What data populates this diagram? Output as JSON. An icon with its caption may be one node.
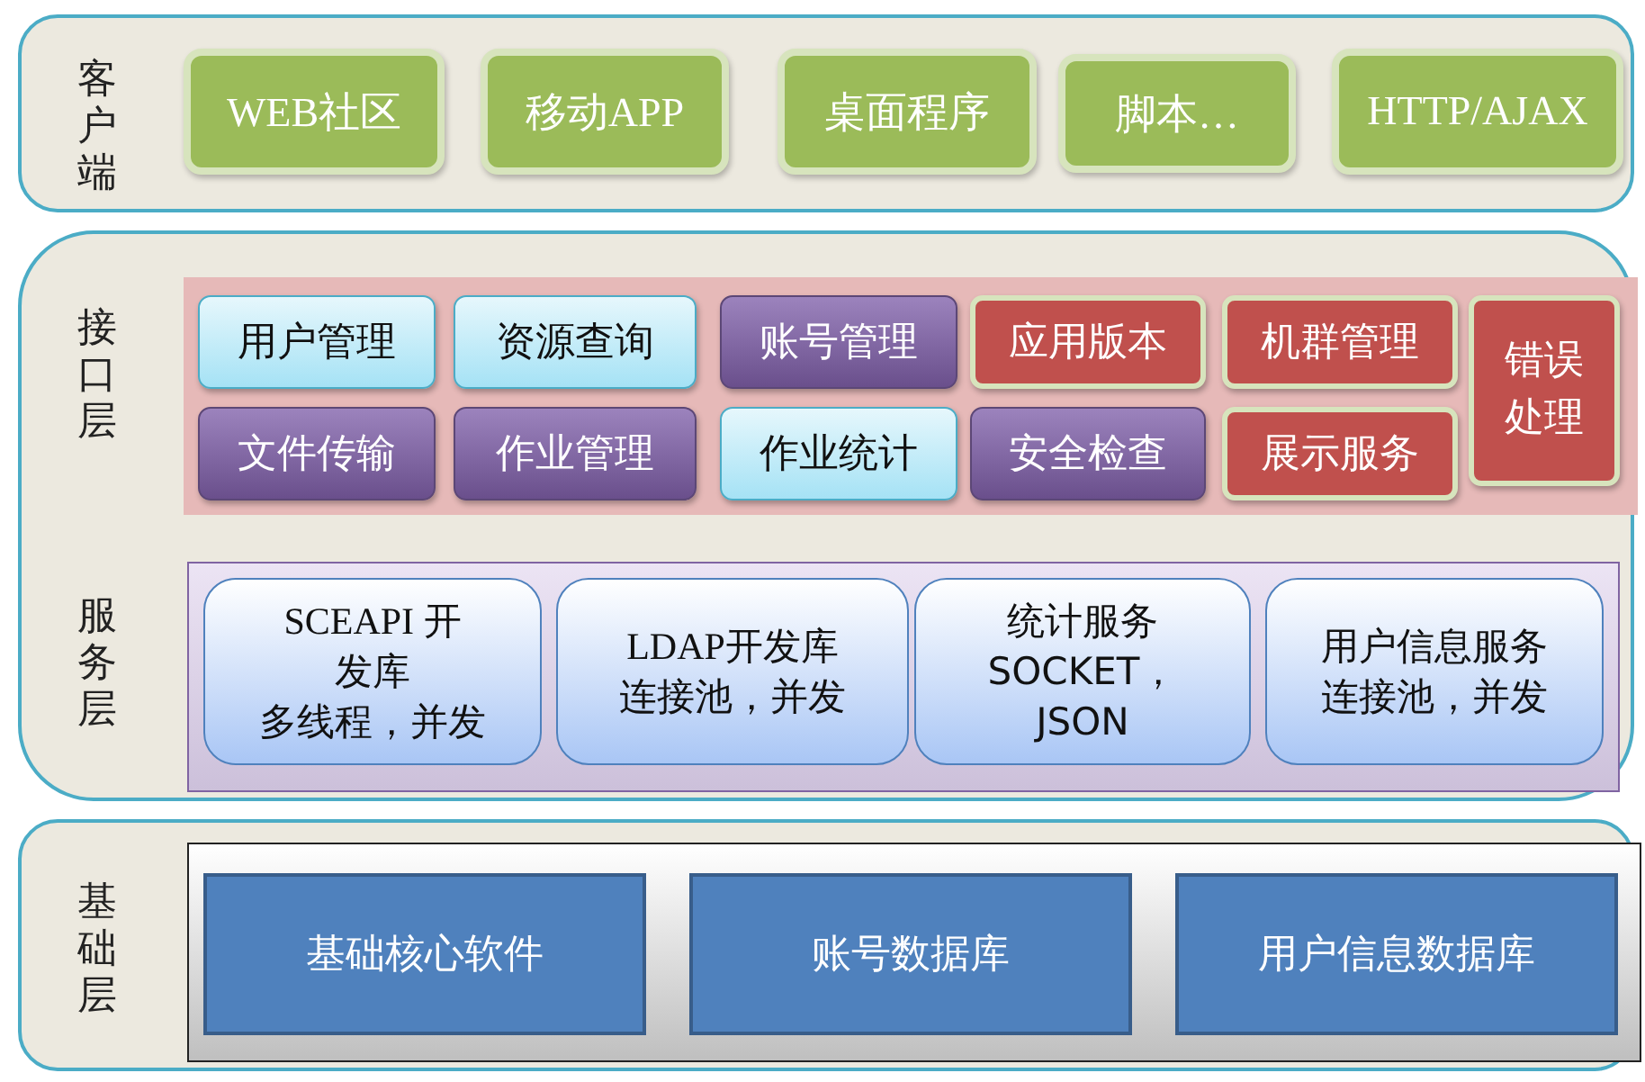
{
  "diagram": {
    "nodes": [
      {
        "text": [
          "客户端"
        ]
      },
      {
        "text": [
          "WEB社区"
        ],
        "in": 0
      },
      {
        "text": [
          "移动APP"
        ],
        "in": 0
      },
      {
        "text": [
          "桌面程序"
        ],
        "in": 0
      },
      {
        "text": [
          "脚本…"
        ],
        "in": 0
      },
      {
        "text": [
          "HTTP/AJAX"
        ],
        "in": 0
      },
      {
        "text": [
          "接口层",
          "服务层"
        ]
      },
      {
        "text": [],
        "shape": "box",
        "in": 6
      },
      {
        "text": [
          "用户管理"
        ],
        "in": 7
      },
      {
        "text": [
          "资源查询"
        ],
        "in": 7
      },
      {
        "text": [
          "账号管理"
        ],
        "in": 7
      },
      {
        "text": [
          "应用版本"
        ],
        "in": 7
      },
      {
        "text": [
          "机群管理"
        ],
        "in": 7
      },
      {
        "text": [
          "错误处理"
        ],
        "in": 7
      },
      {
        "text": [
          "文件传输"
        ],
        "in": 7
      },
      {
        "text": [
          "作业管理"
        ],
        "in": 7
      },
      {
        "text": [
          "作业统计"
        ],
        "in": 7
      },
      {
        "text": [
          "安全检查"
        ],
        "in": 7
      },
      {
        "text": [
          "展示服务"
        ],
        "in": 7
      },
      {
        "text": [],
        "shape": "box",
        "in": 6
      },
      {
        "text": [
          "SCEAPI 开发库",
          "多线程，并发"
        ],
        "in": 19
      },
      {
        "text": [
          "LDAP开发库",
          "连接池，并发"
        ],
        "in": 19
      },
      {
        "text": [
          "统计服务",
          "SOCKET，JSON"
        ],
        "in": 19
      },
      {
        "text": [
          "用户信息服务",
          "连接池，并发"
        ],
        "in": 19
      },
      {
        "text": [
          "基础层"
        ]
      },
      {
        "text": [],
        "shape": "box",
        "in": 24
      },
      {
        "text": [
          "基础核心软件"
        ],
        "in": 25
      },
      {
        "text": [
          "账号数据库"
        ],
        "in": 25
      },
      {
        "text": [
          "用户信息数据库"
        ],
        "in": 25
      }
    ]
  }
}
